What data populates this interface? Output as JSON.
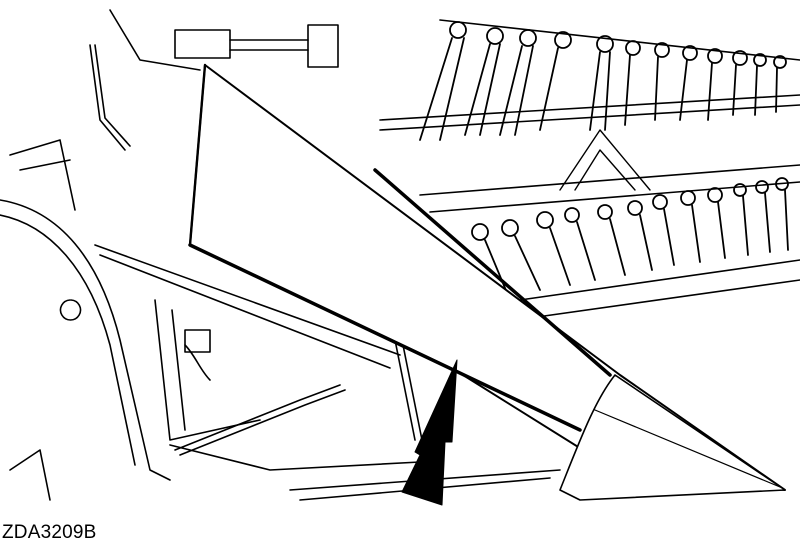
{
  "figure": {
    "label": "ZDA3209B",
    "subject": "crop divider on combine header",
    "arrow": {
      "direction": "up",
      "color": "#000000"
    },
    "line_color": "#000000",
    "background": "#ffffff"
  }
}
